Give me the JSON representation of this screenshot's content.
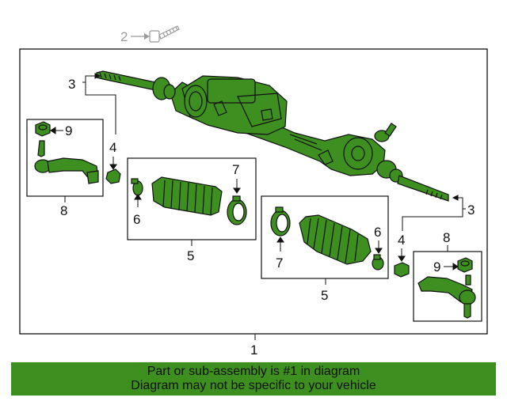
{
  "colors": {
    "part_fill": "#3d8f1f",
    "outline": "#111111",
    "frame": "#111111",
    "excluded_part": "#9a9a9a",
    "banner_bg": "#3d8f1f",
    "banner_text": "#111111"
  },
  "callouts": {
    "bolt": "2",
    "inner_tie_rod_left": "3",
    "inner_tie_rod_right": "3",
    "jam_nut_left": "4",
    "jam_nut_right": "4",
    "boot_kit_left": "5",
    "boot_kit_right": "5",
    "clamp_small_left": "6",
    "clamp_small_right": "6",
    "clamp_large_left": "7",
    "clamp_large_right": "7",
    "outer_tie_rod_left": "8",
    "outer_tie_rod_right": "8",
    "nut_left": "9",
    "nut_right": "9",
    "gear_assembly": "1"
  },
  "banner": {
    "line1": "Part or sub-assembly is #1 in diagram",
    "line2": "Diagram may not be specific to your vehicle"
  }
}
